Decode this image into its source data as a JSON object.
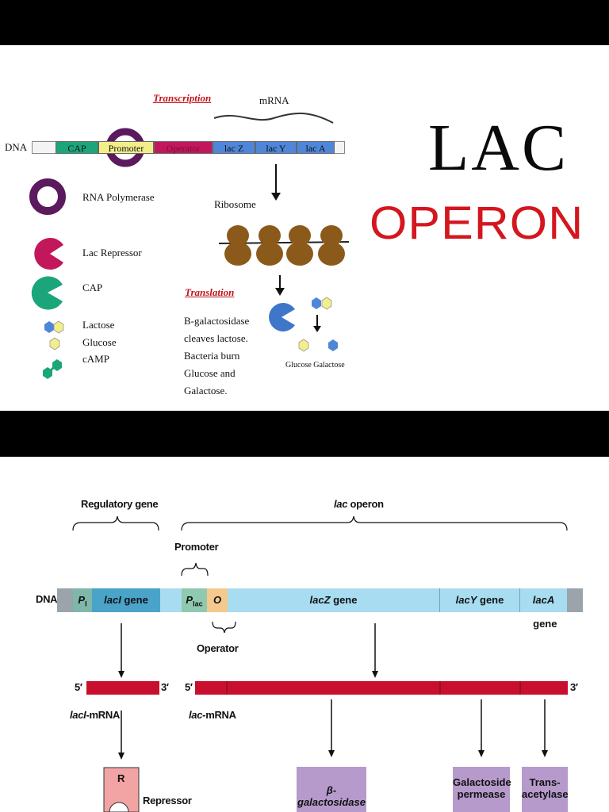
{
  "top": {
    "transcription": "Transcription",
    "mrna": "mRNA",
    "dna_label": "DNA",
    "dna_segments": [
      "CAP",
      "Promoter",
      "Operator",
      "lac Z",
      "lac Y",
      "lac A"
    ],
    "ribosome": "Ribosome",
    "translation": "Translation",
    "legend": {
      "rna_polymerase": "RNA Polymerase",
      "lac_repressor": "Lac Repressor",
      "cap": "CAP",
      "lactose": "Lactose",
      "glucose": "Glucose",
      "camp": "cAMP"
    },
    "description": [
      "B-galactosidase",
      "cleaves lactose.",
      "Bacteria burn",
      "Glucose and",
      "Galactose."
    ],
    "products": "Glucose Galactose",
    "colors": {
      "cap": "#1aa67a",
      "promoter": "#f2ee8a",
      "operator": "#c2185b",
      "genes": "#4f86d9",
      "polymerase": "#5b1a5e",
      "repressor": "#c2185b",
      "ribosome": "#8b5a1b"
    }
  },
  "title": {
    "line1": "LAC",
    "line2": "OPERON"
  },
  "bottom": {
    "regulatory_gene": "Regulatory gene",
    "lac_operon_italic": "lac",
    "lac_operon_rest": " operon",
    "promoter": "Promoter",
    "dna": "DNA",
    "pi": "P",
    "pi_sub": "I",
    "laci_gene_italic": "lacI",
    "laci_gene_rest": " gene",
    "plac": "P",
    "plac_sub": "lac",
    "o": "O",
    "lacz_italic": "lacZ",
    "lacz_rest": " gene",
    "lacy_italic": "lacY",
    "lacy_rest": " gene",
    "laca_italic": "lacA",
    "laca_rest": " gene",
    "operator": "Operator",
    "five_prime": "5′",
    "three_prime": "3′",
    "laci_mrna_italic": "lacI",
    "laci_mrna_rest": "-mRNA",
    "lac_mrna_italic": "lac",
    "lac_mrna_rest": "-mRNA",
    "repressor_r": "R",
    "repressor": "Repressor",
    "beta_gal": "β-galactosidase",
    "permease_1": "Galactoside",
    "permease_2": "permease",
    "transacetylase_1": "Trans-",
    "transacetylase_2": "acetylase",
    "colors": {
      "dna": "#a8dcf0",
      "pi": "#7fb8a8",
      "laci": "#4aa3c8",
      "plac": "#8fcab0",
      "operator": "#f5c98e",
      "mrna": "#c8102e",
      "protein": "#b59acb",
      "repressor": "#f2a3a3"
    }
  }
}
